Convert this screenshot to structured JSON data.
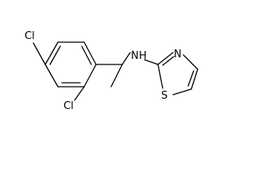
{
  "molecule": {
    "atoms": {
      "cl_top": "Cl",
      "cl_bottom": "Cl",
      "amine_n": "N",
      "amine_h": "H",
      "thiazole_n": "N",
      "thiazole_s": "S"
    }
  }
}
